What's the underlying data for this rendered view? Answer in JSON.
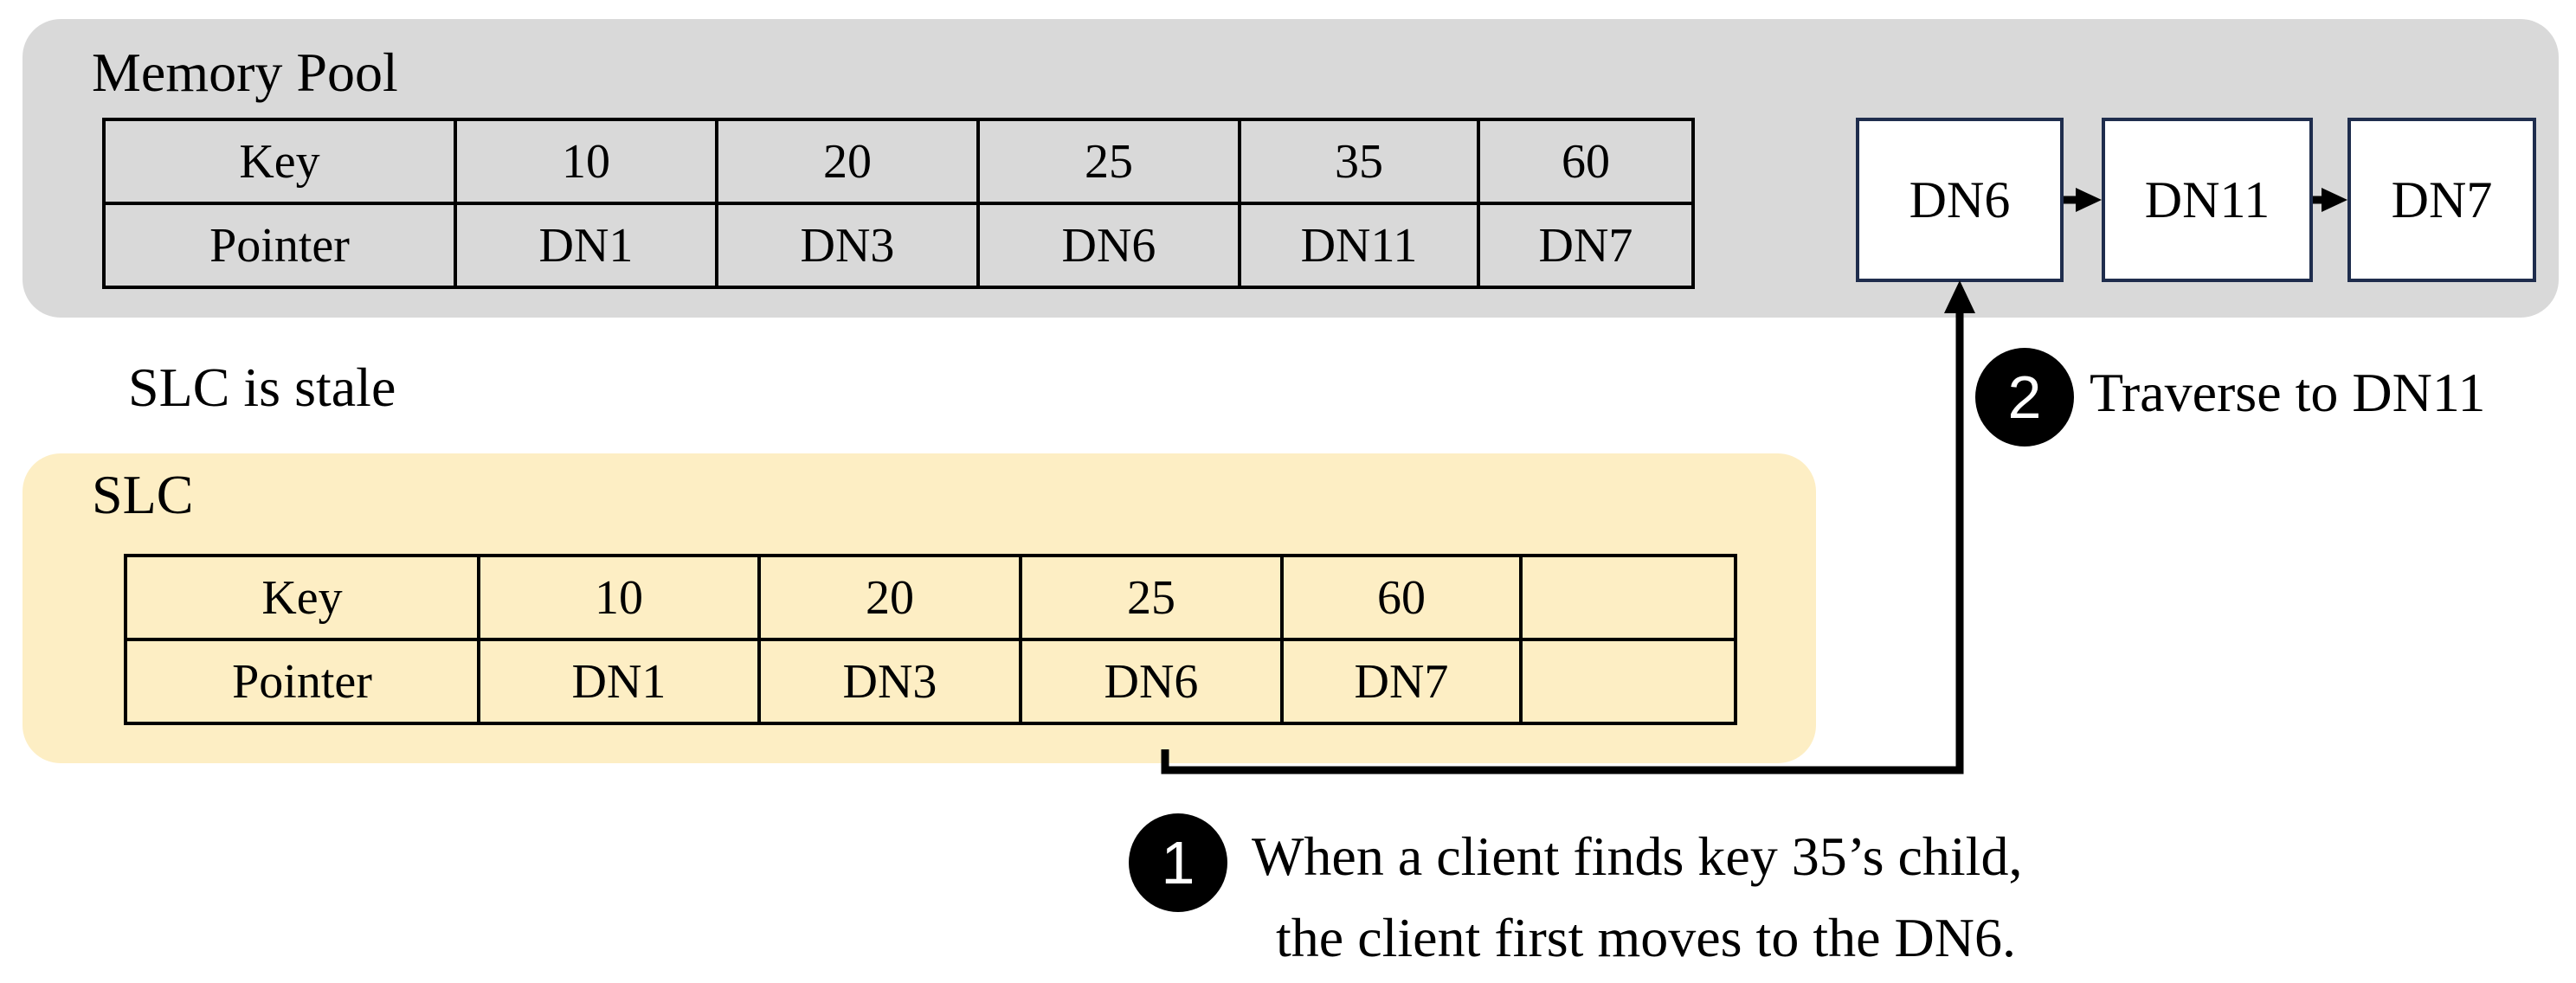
{
  "memory_pool": {
    "title": "Memory  Pool",
    "table": {
      "key_label": "Key",
      "pointer_label": "Pointer",
      "keys": [
        "10",
        "20",
        "25",
        "35",
        "60"
      ],
      "pointers": [
        "DN1",
        "DN3",
        "DN6",
        "DN11",
        "DN7"
      ]
    },
    "data_nodes": [
      "DN6",
      "DN11",
      "DN7"
    ]
  },
  "stale_note": "SLC is stale",
  "slc": {
    "title": "SLC",
    "table": {
      "key_label": "Key",
      "pointer_label": "Pointer",
      "keys": [
        "10",
        "20",
        "25",
        "60",
        ""
      ],
      "pointers": [
        "DN1",
        "DN3",
        "DN6",
        "DN7",
        ""
      ]
    }
  },
  "steps": [
    {
      "number": "1",
      "lines": [
        "When a client finds key 35’s child,",
        "the client first moves to the DN6."
      ]
    },
    {
      "number": "2",
      "lines": [
        "Traverse to DN11"
      ]
    }
  ],
  "colors": {
    "memory_pool_bg": "#d9d9d9",
    "slc_bg": "#fdeec4",
    "node_border": "#1f2d4d",
    "arrow": "#000000"
  }
}
